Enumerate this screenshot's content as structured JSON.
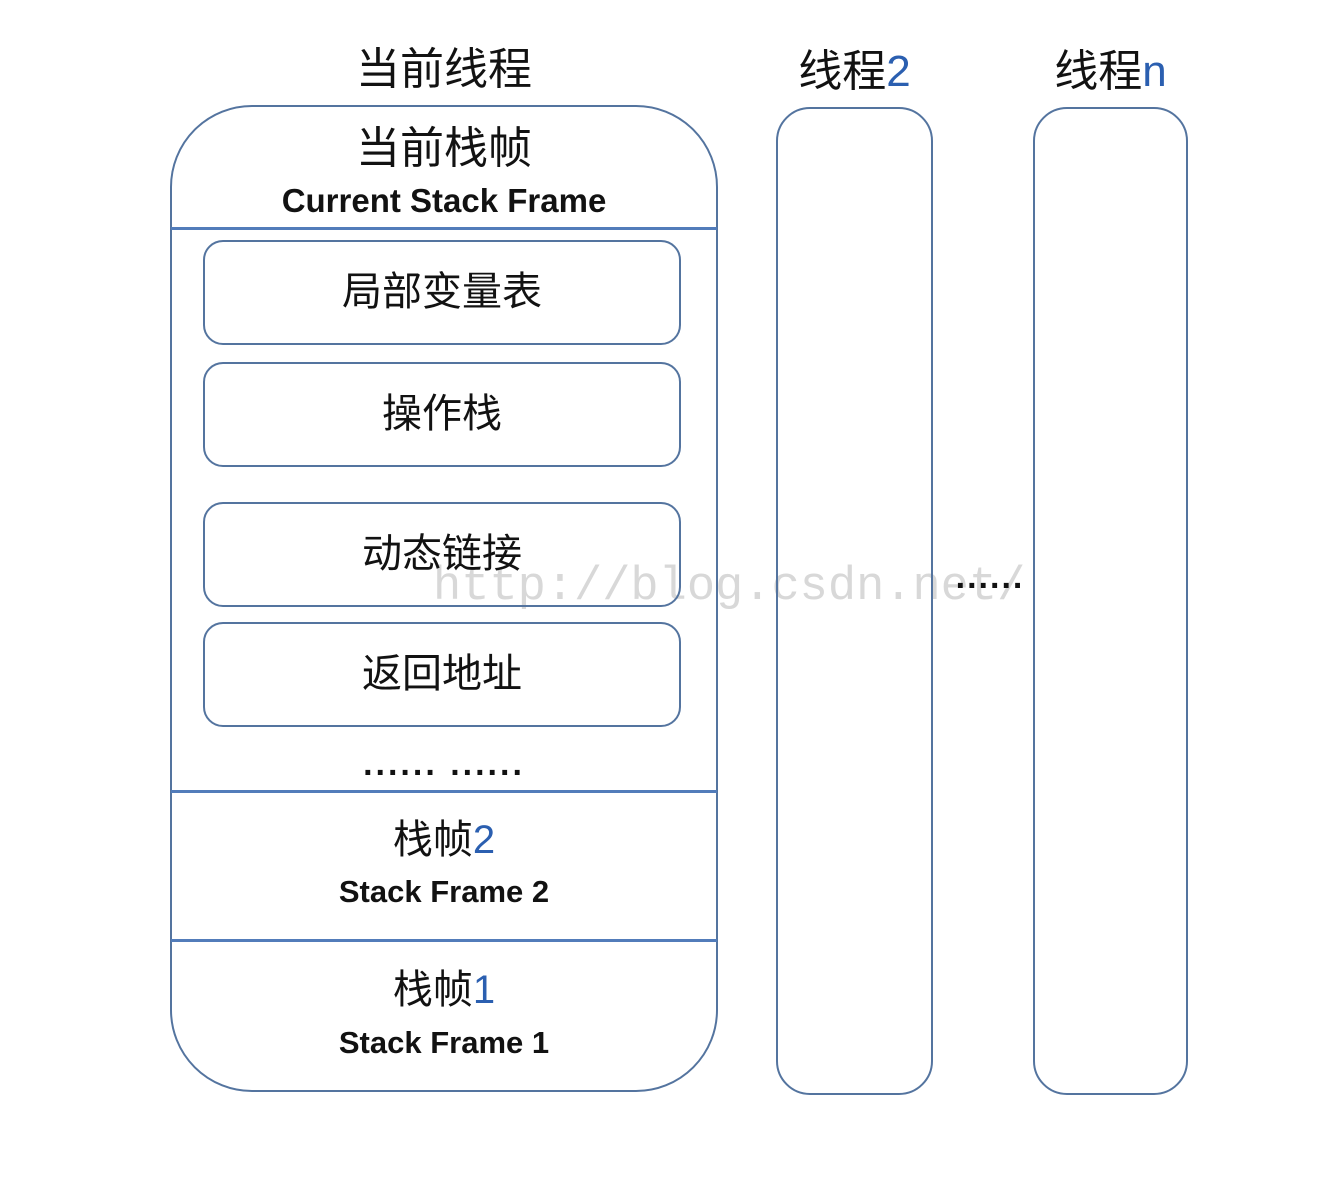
{
  "watermark": "http://blog.csdn.net/",
  "threads": {
    "current": {
      "title": "当前线程",
      "current_frame": {
        "title_cn": "当前栈帧",
        "title_en": "Current Stack Frame",
        "parts": [
          "局部变量表",
          "操作栈",
          "动态链接",
          "返回地址"
        ],
        "ellipsis": "...... ......"
      },
      "frame2": {
        "label_cn": "栈帧",
        "num": "2",
        "label_en": "Stack Frame 2"
      },
      "frame1": {
        "label_cn": "栈帧",
        "num": "1",
        "label_en": "Stack Frame 1"
      }
    },
    "thread2": {
      "label_cn": "线程",
      "num": "2"
    },
    "thread_n": {
      "label_cn": "线程",
      "num": "n"
    },
    "between_ellipsis": "......"
  },
  "colors": {
    "box_border": "#54749f",
    "divider_line": "#527cba",
    "number_accent": "#2b5fb0",
    "text": "#121212",
    "watermark": "#d8d8d8"
  }
}
